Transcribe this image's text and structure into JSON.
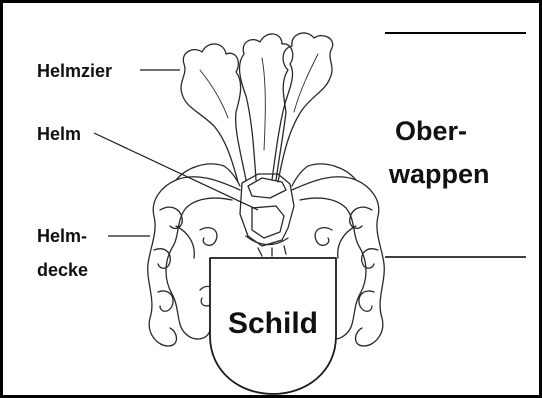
{
  "labels": {
    "helmzier": "Helmzier",
    "helm": "Helm",
    "helmdecke_line1": "Helm-",
    "helmdecke_line2": "decke",
    "schild": "Schild",
    "oberwappen_line1": "Ober-",
    "oberwappen_line2": "wappen"
  },
  "colors": {
    "stroke": "#2a2a2a",
    "text": "#111111",
    "background": "#ffffff"
  }
}
